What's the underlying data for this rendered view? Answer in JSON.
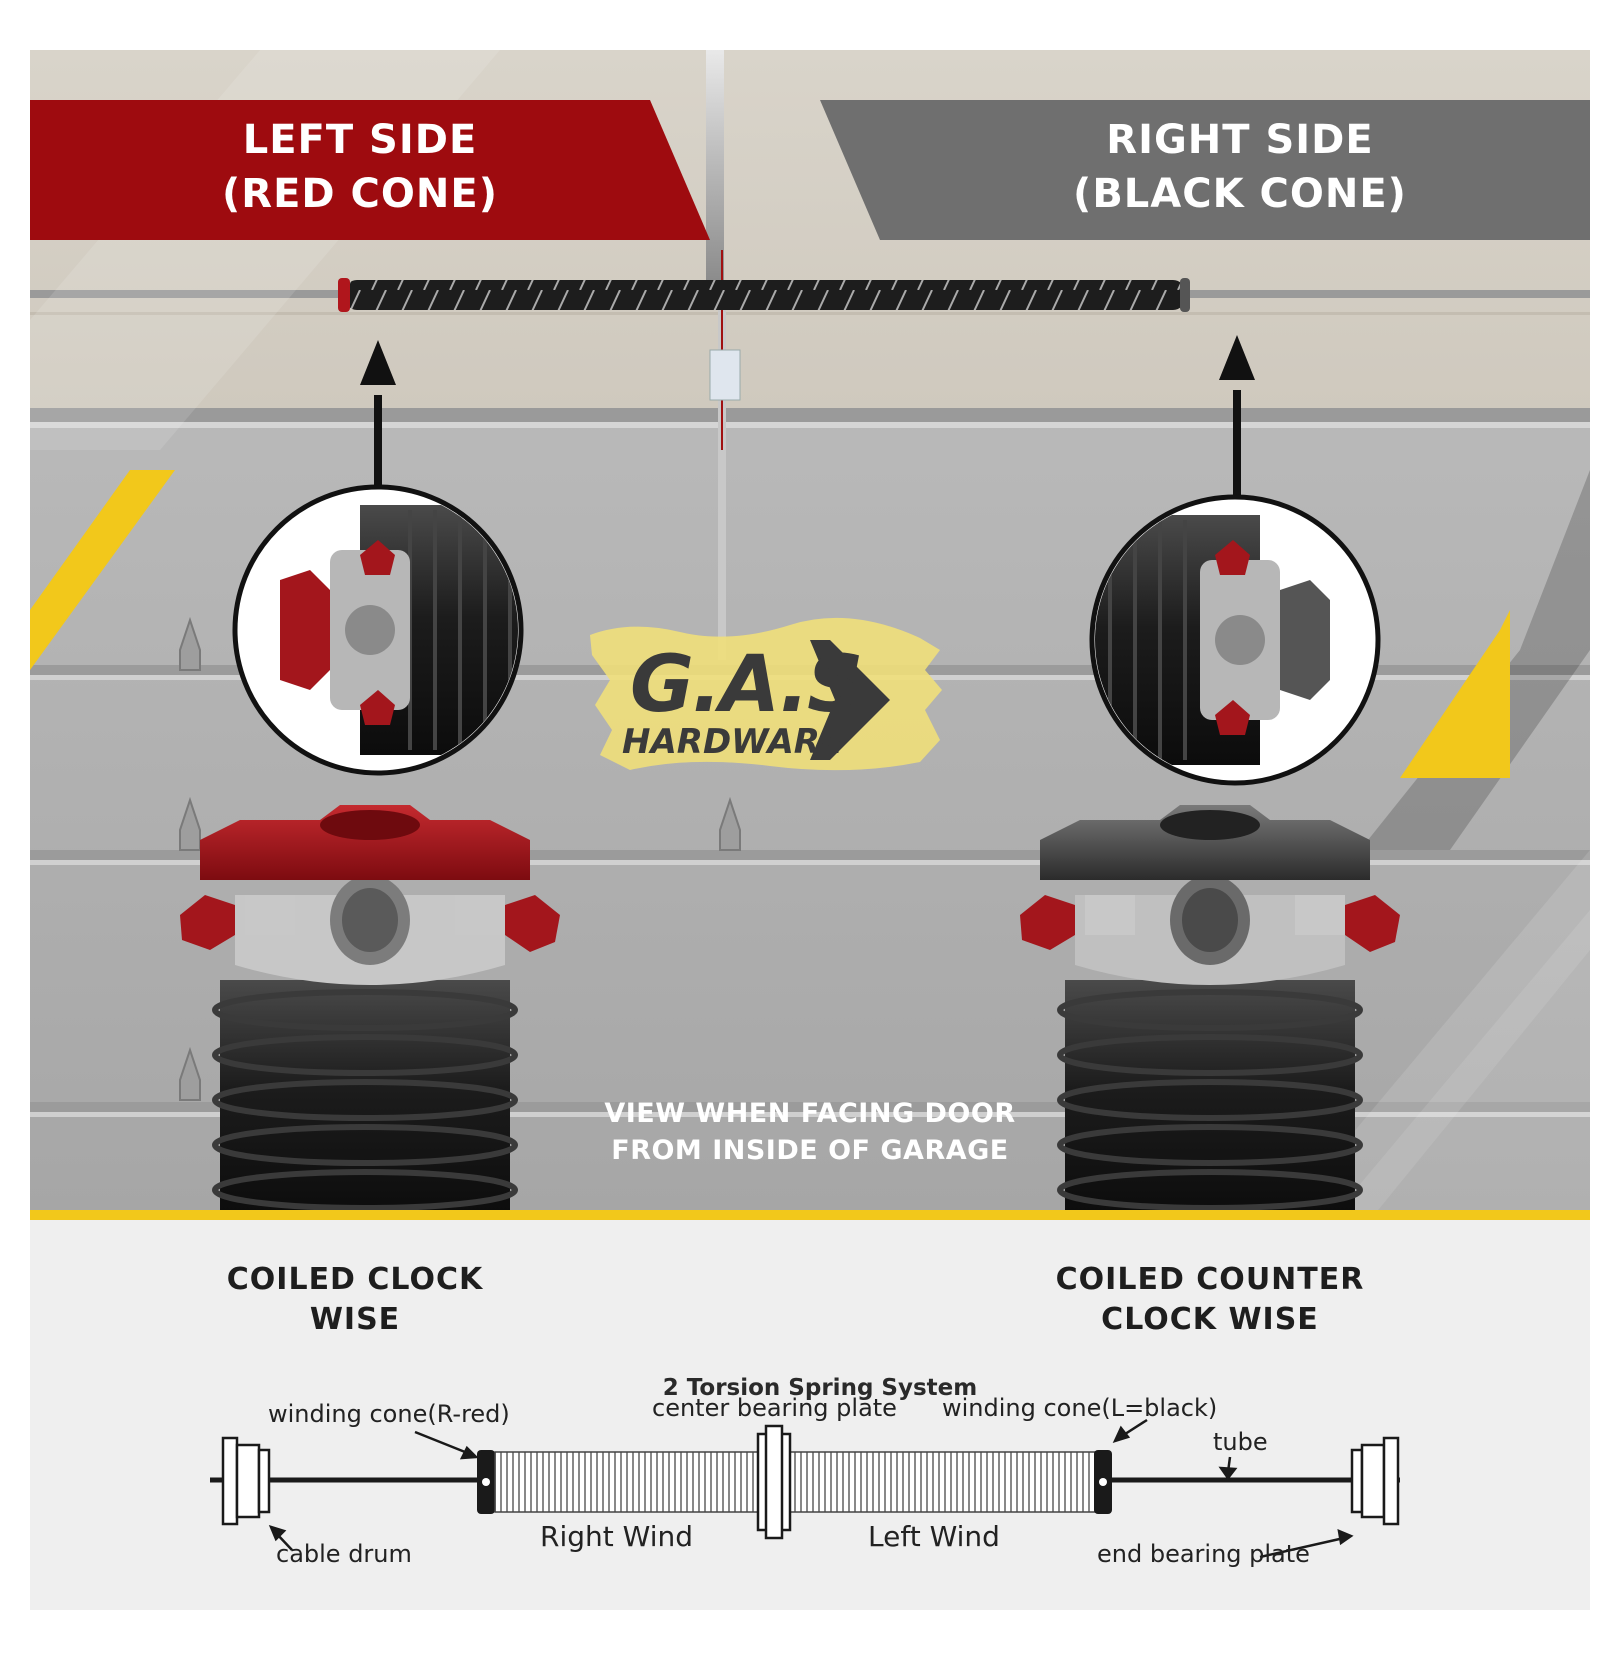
{
  "banners": {
    "left_line1": "LEFT SIDE",
    "left_line2": "(RED CONE)",
    "right_line1": "RIGHT SIDE",
    "right_line2": "(BLACK CONE)"
  },
  "logo": {
    "brand": "G.A.S",
    "subtitle": "HARDWARE"
  },
  "view_note": {
    "line1": "VIEW WHEN FACING DOOR",
    "line2": "FROM INSIDE OF GARAGE"
  },
  "coil_labels": {
    "left_line1": "COILED CLOCK",
    "left_line2": "WISE",
    "right_line1": "COILED COUNTER",
    "right_line2": "CLOCK WISE"
  },
  "diagram": {
    "title": "2 Torsion Spring System",
    "winding_cone_red": "winding cone(R-red)",
    "center_bearing_plate": "center bearing plate",
    "winding_cone_black": "winding cone(L=black)",
    "tube": "tube",
    "cable_drum": "cable drum",
    "right_wind": "Right Wind",
    "left_wind": "Left Wind",
    "end_bearing_plate": "end bearing plate"
  },
  "colors": {
    "red_banner": "#9e0b0f",
    "grey_banner": "#6f6f6f",
    "accent_yellow": "#f2c81b",
    "cone_red": "#a3161c",
    "spring_black": "#1b1b1b"
  }
}
